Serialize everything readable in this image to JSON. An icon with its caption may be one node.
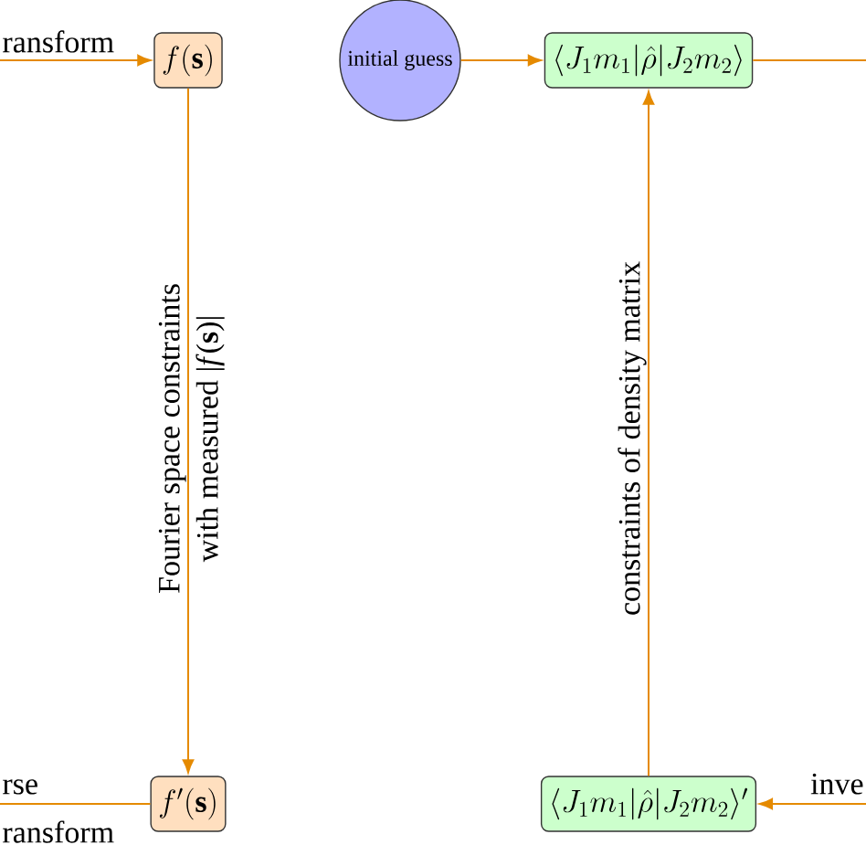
{
  "diagram": {
    "nodes": [
      {
        "text": [
          "f(\\mathbf{s})"
        ]
      },
      {
        "text": [
          "initial guess"
        ]
      },
      {
        "text": [
          "\\langle J_1 m_1|\\hat{\\rho}|J_2 m_2\\rangle"
        ]
      },
      {
        "text": [
          "f'(\\mathbf{s})"
        ]
      },
      {
        "text": [
          "\\langle J_1 m_1|\\hat{\\rho}|J_2 m_2\\rangle'"
        ]
      }
    ],
    "edges": [
      {
        "from": null,
        "to": 0,
        "arrow": "to",
        "label": "ransform"
      },
      {
        "from": 0,
        "to": 3,
        "arrow": "to",
        "label": "Fourier space constraints"
      },
      {
        "from": 3,
        "to": null,
        "arrow": "none",
        "label": "rse"
      },
      {
        "from": 1,
        "to": 2,
        "arrow": "to"
      },
      {
        "from": 2,
        "to": null,
        "arrow": "none"
      },
      {
        "from": null,
        "to": 4,
        "arrow": "to",
        "label": "inve"
      },
      {
        "from": 4,
        "to": 2,
        "arrow": "to",
        "label": "constraints of density matrix"
      }
    ],
    "labels": [
      "with measured |*f*(**s**)|",
      "ransform"
    ]
  }
}
